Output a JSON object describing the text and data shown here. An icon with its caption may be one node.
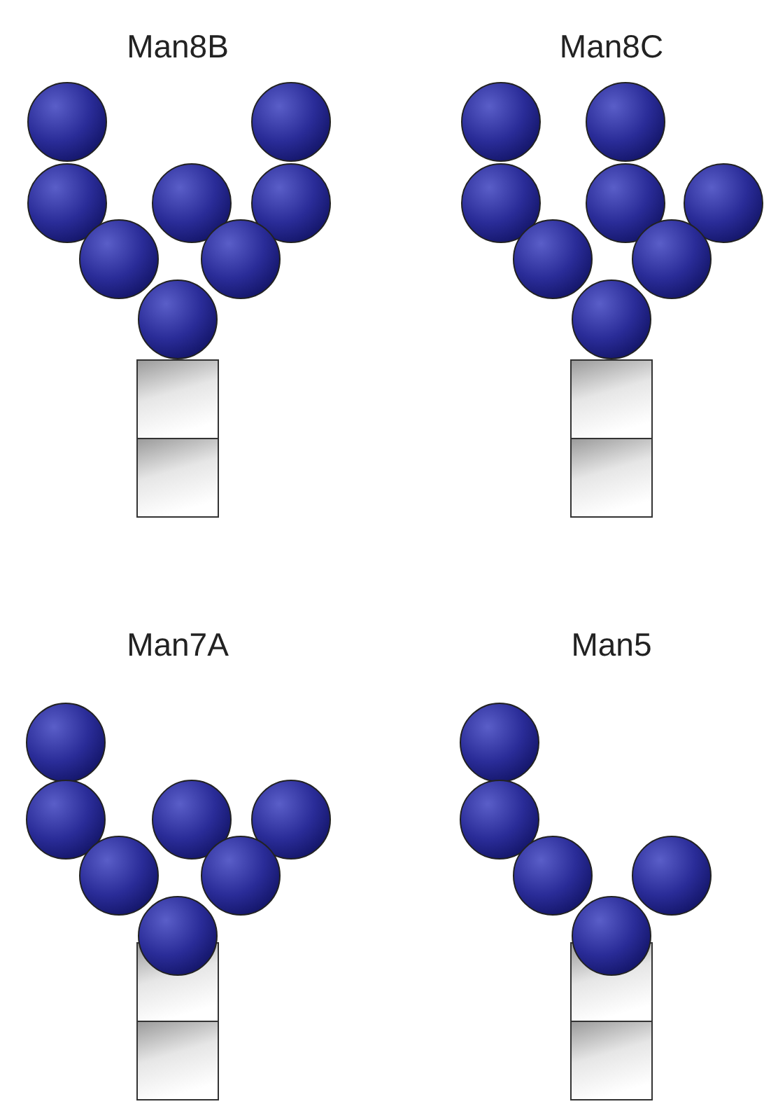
{
  "diagram": {
    "labels": [
      "Man8B",
      "Man8C",
      "Man7A",
      "Man5"
    ]
  }
}
